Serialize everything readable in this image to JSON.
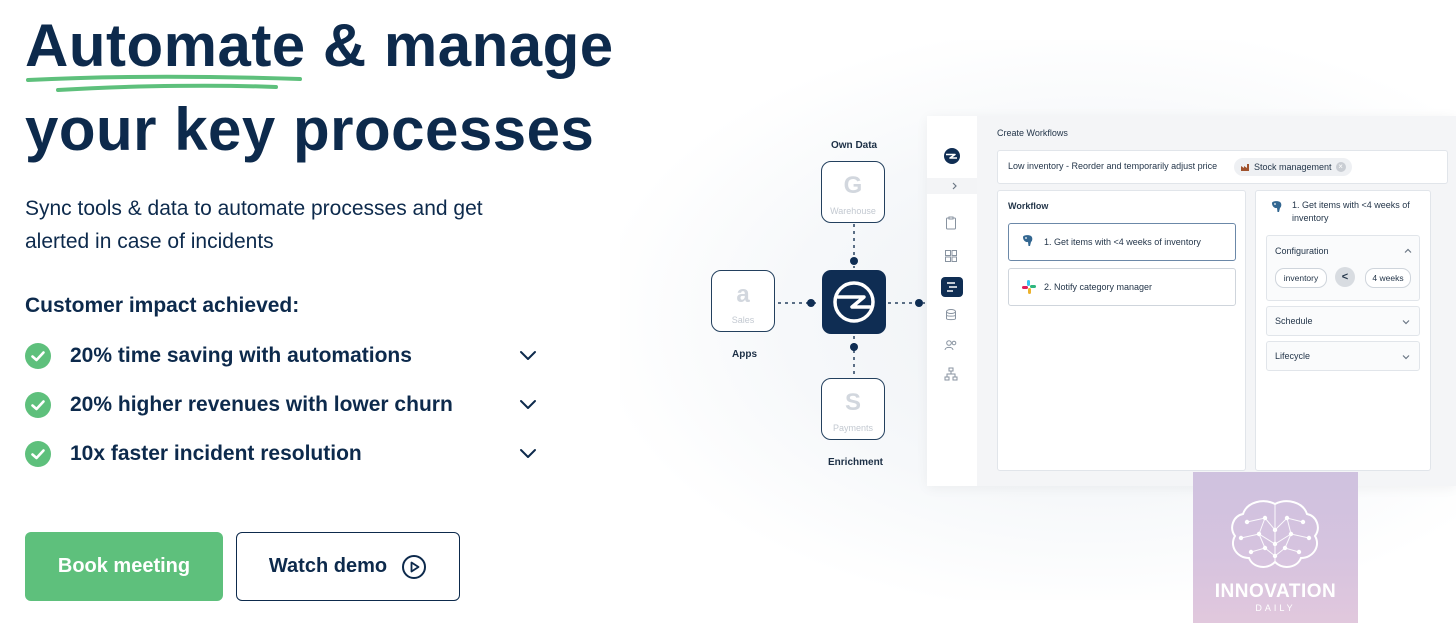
{
  "hero": {
    "title_line1_a": "Automate",
    "title_line1_b": "& manage",
    "title_line2": "your key processes",
    "subtitle": "Sync tools & data to automate processes and get alerted in case of incidents",
    "impact_heading": "Customer impact achieved:",
    "impacts": [
      {
        "label": "20% time saving with automations"
      },
      {
        "label": "20% higher revenues with lower churn"
      },
      {
        "label": "10x faster incident resolution"
      }
    ],
    "book_label": "Book meeting",
    "demo_label": "Watch demo"
  },
  "diagram": {
    "own_data_label": "Own Data",
    "apps_label": "Apps",
    "enrichment_label": "Enrichment",
    "warehouse_label": "Warehouse",
    "sales_label": "Sales",
    "payments_label": "Payments",
    "amazon_glyph": "a",
    "payments_glyph": "S",
    "warehouse_glyph": "G"
  },
  "app": {
    "page_title": "Create Workflows",
    "workflow_name": "Low inventory - Reorder and temporarily adjust price",
    "tag_label": "Stock management",
    "tag_close": "×",
    "workflow_heading": "Workflow",
    "steps": [
      {
        "label": "1. Get items with <4 weeks of inventory"
      },
      {
        "label": "2. Notify category manager"
      }
    ],
    "detail_title": "1. Get items with <4 weeks of inventory",
    "configuration_label": "Configuration",
    "config_left": "inventory",
    "config_op": "<",
    "config_right": "4 weeks",
    "schedule_label": "Schedule",
    "lifecycle_label": "Lifecycle"
  },
  "watermark": {
    "line1": "INNOVATION",
    "line2": "DAILY"
  },
  "colors": {
    "navy": "#0d2a4c",
    "green": "#5ec07c",
    "hub": "#0f2d53"
  }
}
